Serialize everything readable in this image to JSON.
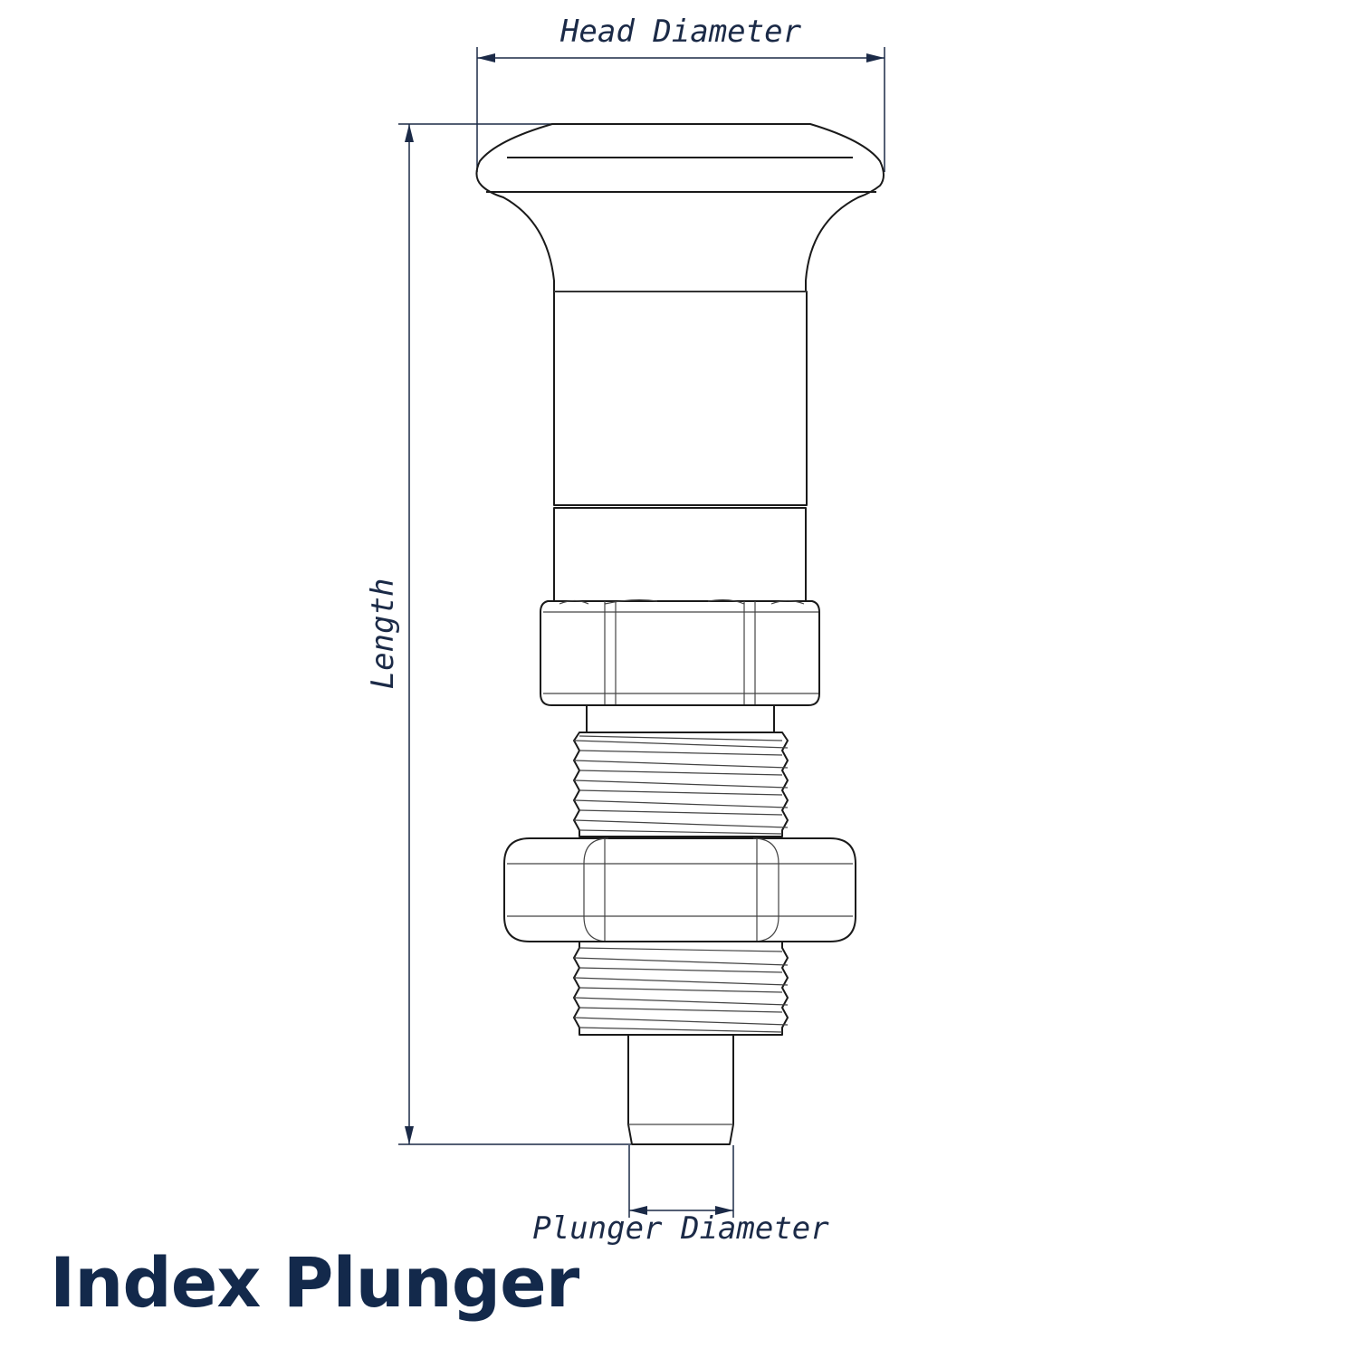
{
  "title": "Index Plunger",
  "dimensions": {
    "head_diameter": "Head Diameter",
    "length": "Length",
    "plunger_diameter": "Plunger Diameter"
  },
  "colors": {
    "title": "#13294b",
    "dimension": "#1b2a47",
    "outline": "#1a1a1a"
  }
}
